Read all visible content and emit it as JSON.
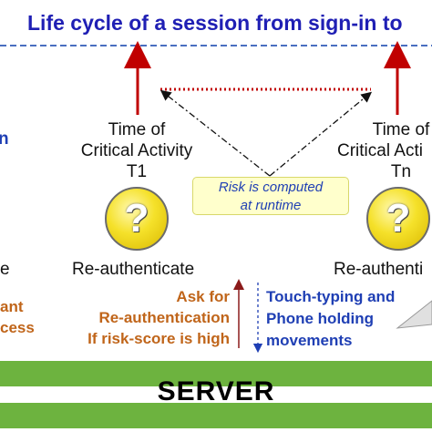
{
  "title": "Life cycle of a session from sign-in to",
  "left_activity": {
    "line1": "Time of",
    "line2": "Critical Activity",
    "line3": "T1"
  },
  "right_activity": {
    "line1": "Time of",
    "line2": "Critical Acti",
    "line3": "Tn"
  },
  "risk_box": {
    "line1": "Risk is computed",
    "line2": "at runtime"
  },
  "question_mark": "?",
  "reauth_left": "Re-authenticate",
  "reauth_right": "Re-authenti",
  "left_edge": {
    "reauth_fragment": "e",
    "line1": "ant",
    "line2": "cess",
    "marker": "n"
  },
  "ask_text": {
    "line1": "Ask for",
    "line2": "Re-authentication",
    "line3": "If risk-score is high"
  },
  "touch_text": {
    "line1": "Touch-typing and",
    "line2": "Phone holding",
    "line3": "movements"
  },
  "server_label": "SERVER",
  "colors": {
    "title": "#1f1fb4",
    "arrow_red": "#c00000",
    "orange_text": "#c0651a",
    "blue_text": "#1f3fb4",
    "server_green": "#6db33f",
    "dashed_line": "#4a6fc0"
  },
  "icons": [
    "question-mark-icon",
    "red-up-arrow-icon",
    "dashdot-arrow-icon"
  ]
}
